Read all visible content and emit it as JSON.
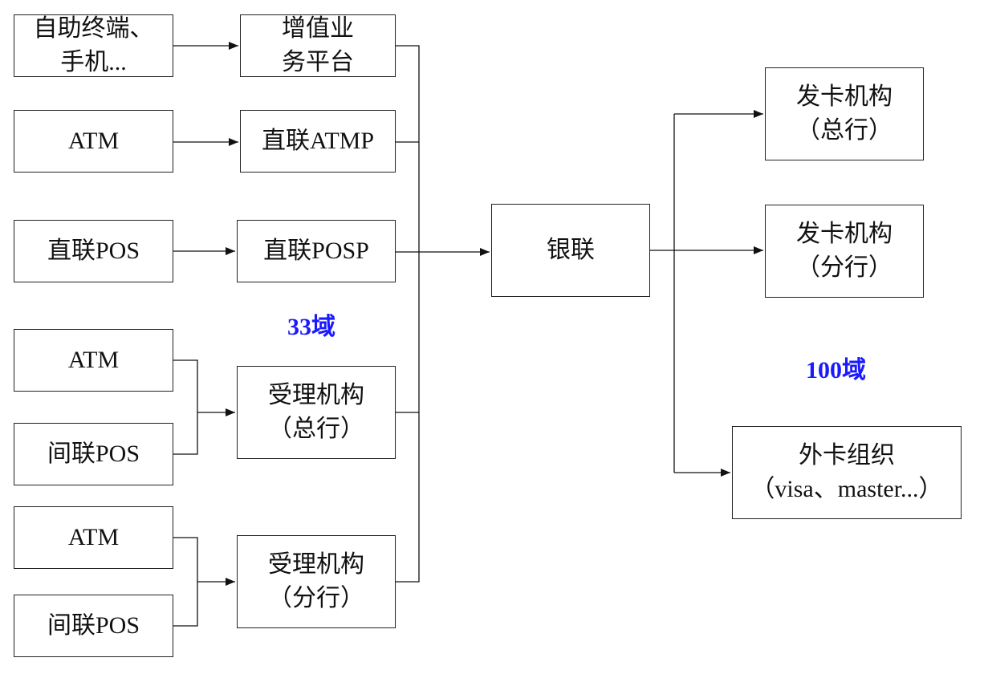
{
  "colors": {
    "line": "#111111",
    "box_border": "#222222",
    "field_label": "#1a1aff"
  },
  "nodes": {
    "terminal": [
      "自助终端、",
      "手机..."
    ],
    "atm1": [
      "ATM"
    ],
    "pos_direct": [
      "直联POS"
    ],
    "atm2": [
      "ATM"
    ],
    "pos_indirect1": [
      "间联POS"
    ],
    "atm3": [
      "ATM"
    ],
    "pos_indirect2": [
      "间联POS"
    ],
    "vas_platform": [
      "增值业",
      "务平台"
    ],
    "direct_atmp": [
      "直联ATMP"
    ],
    "direct_posp": [
      "直联POSP"
    ],
    "acquirer_hq": [
      "受理机构",
      "（总行）"
    ],
    "acquirer_branch": [
      "受理机构",
      "（分行）"
    ],
    "unionpay": [
      "银联"
    ],
    "issuer_hq": [
      "发卡机构",
      "（总行）"
    ],
    "issuer_branch": [
      "发卡机构",
      "（分行）"
    ],
    "foreign_org": [
      "外卡组织",
      "（visa、master...）"
    ]
  },
  "field_labels": {
    "field_33": "33域",
    "field_100": "100域"
  }
}
